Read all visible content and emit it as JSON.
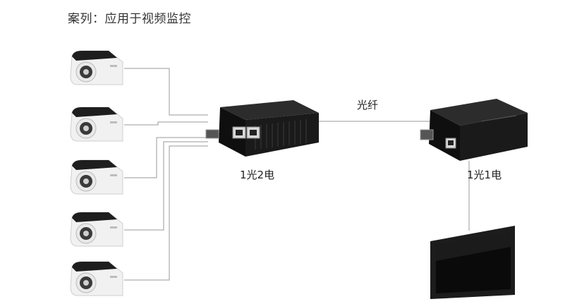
{
  "title": "案列：应用于视频监控",
  "fiber_label": "光纤",
  "device_left_label": "1光2电",
  "device_right_label": "1光1电",
  "cameras": [
    {
      "icon": "security-camera-icon"
    },
    {
      "icon": "security-camera-icon"
    },
    {
      "icon": "security-camera-icon"
    },
    {
      "icon": "security-camera-icon"
    },
    {
      "icon": "security-camera-icon"
    }
  ],
  "colors": {
    "wire": "#9a9a9a",
    "device": "#1b1b1b"
  }
}
